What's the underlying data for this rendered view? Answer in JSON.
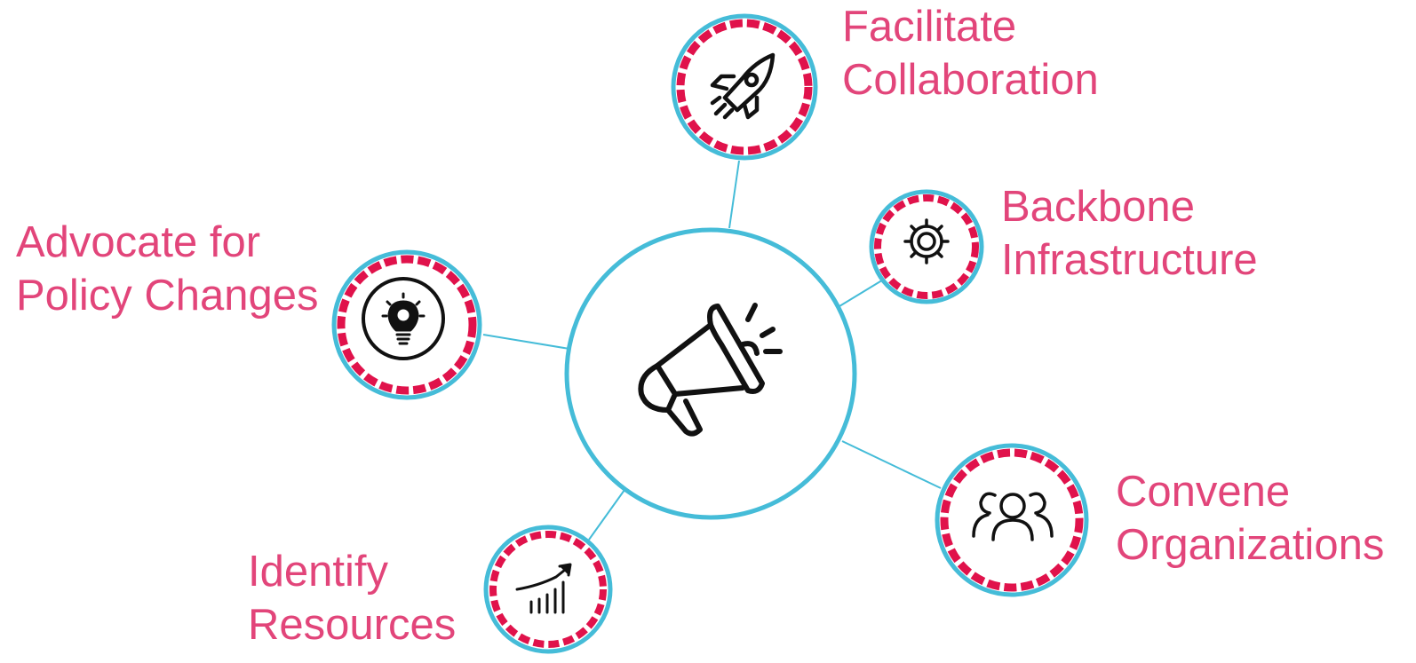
{
  "colors": {
    "ring": "#45BCD8",
    "dash": "#E0124B",
    "label": "#E2457A",
    "icon": "#111111"
  },
  "center": {
    "icon": "megaphone-icon"
  },
  "nodes": [
    {
      "id": "facilitate",
      "icon": "rocket-icon",
      "lines": [
        "Facilitate",
        "Collaboration"
      ]
    },
    {
      "id": "backbone",
      "icon": "gear-icon",
      "lines": [
        "Backbone",
        "Infrastructure"
      ]
    },
    {
      "id": "advocate",
      "icon": "lightbulb-icon",
      "lines": [
        "Advocate for",
        "Policy Changes"
      ]
    },
    {
      "id": "convene",
      "icon": "people-icon",
      "lines": [
        "Convene",
        "Organizations"
      ]
    },
    {
      "id": "identify",
      "icon": "growth-chart-icon",
      "lines": [
        "Identify",
        "Resources"
      ]
    }
  ]
}
